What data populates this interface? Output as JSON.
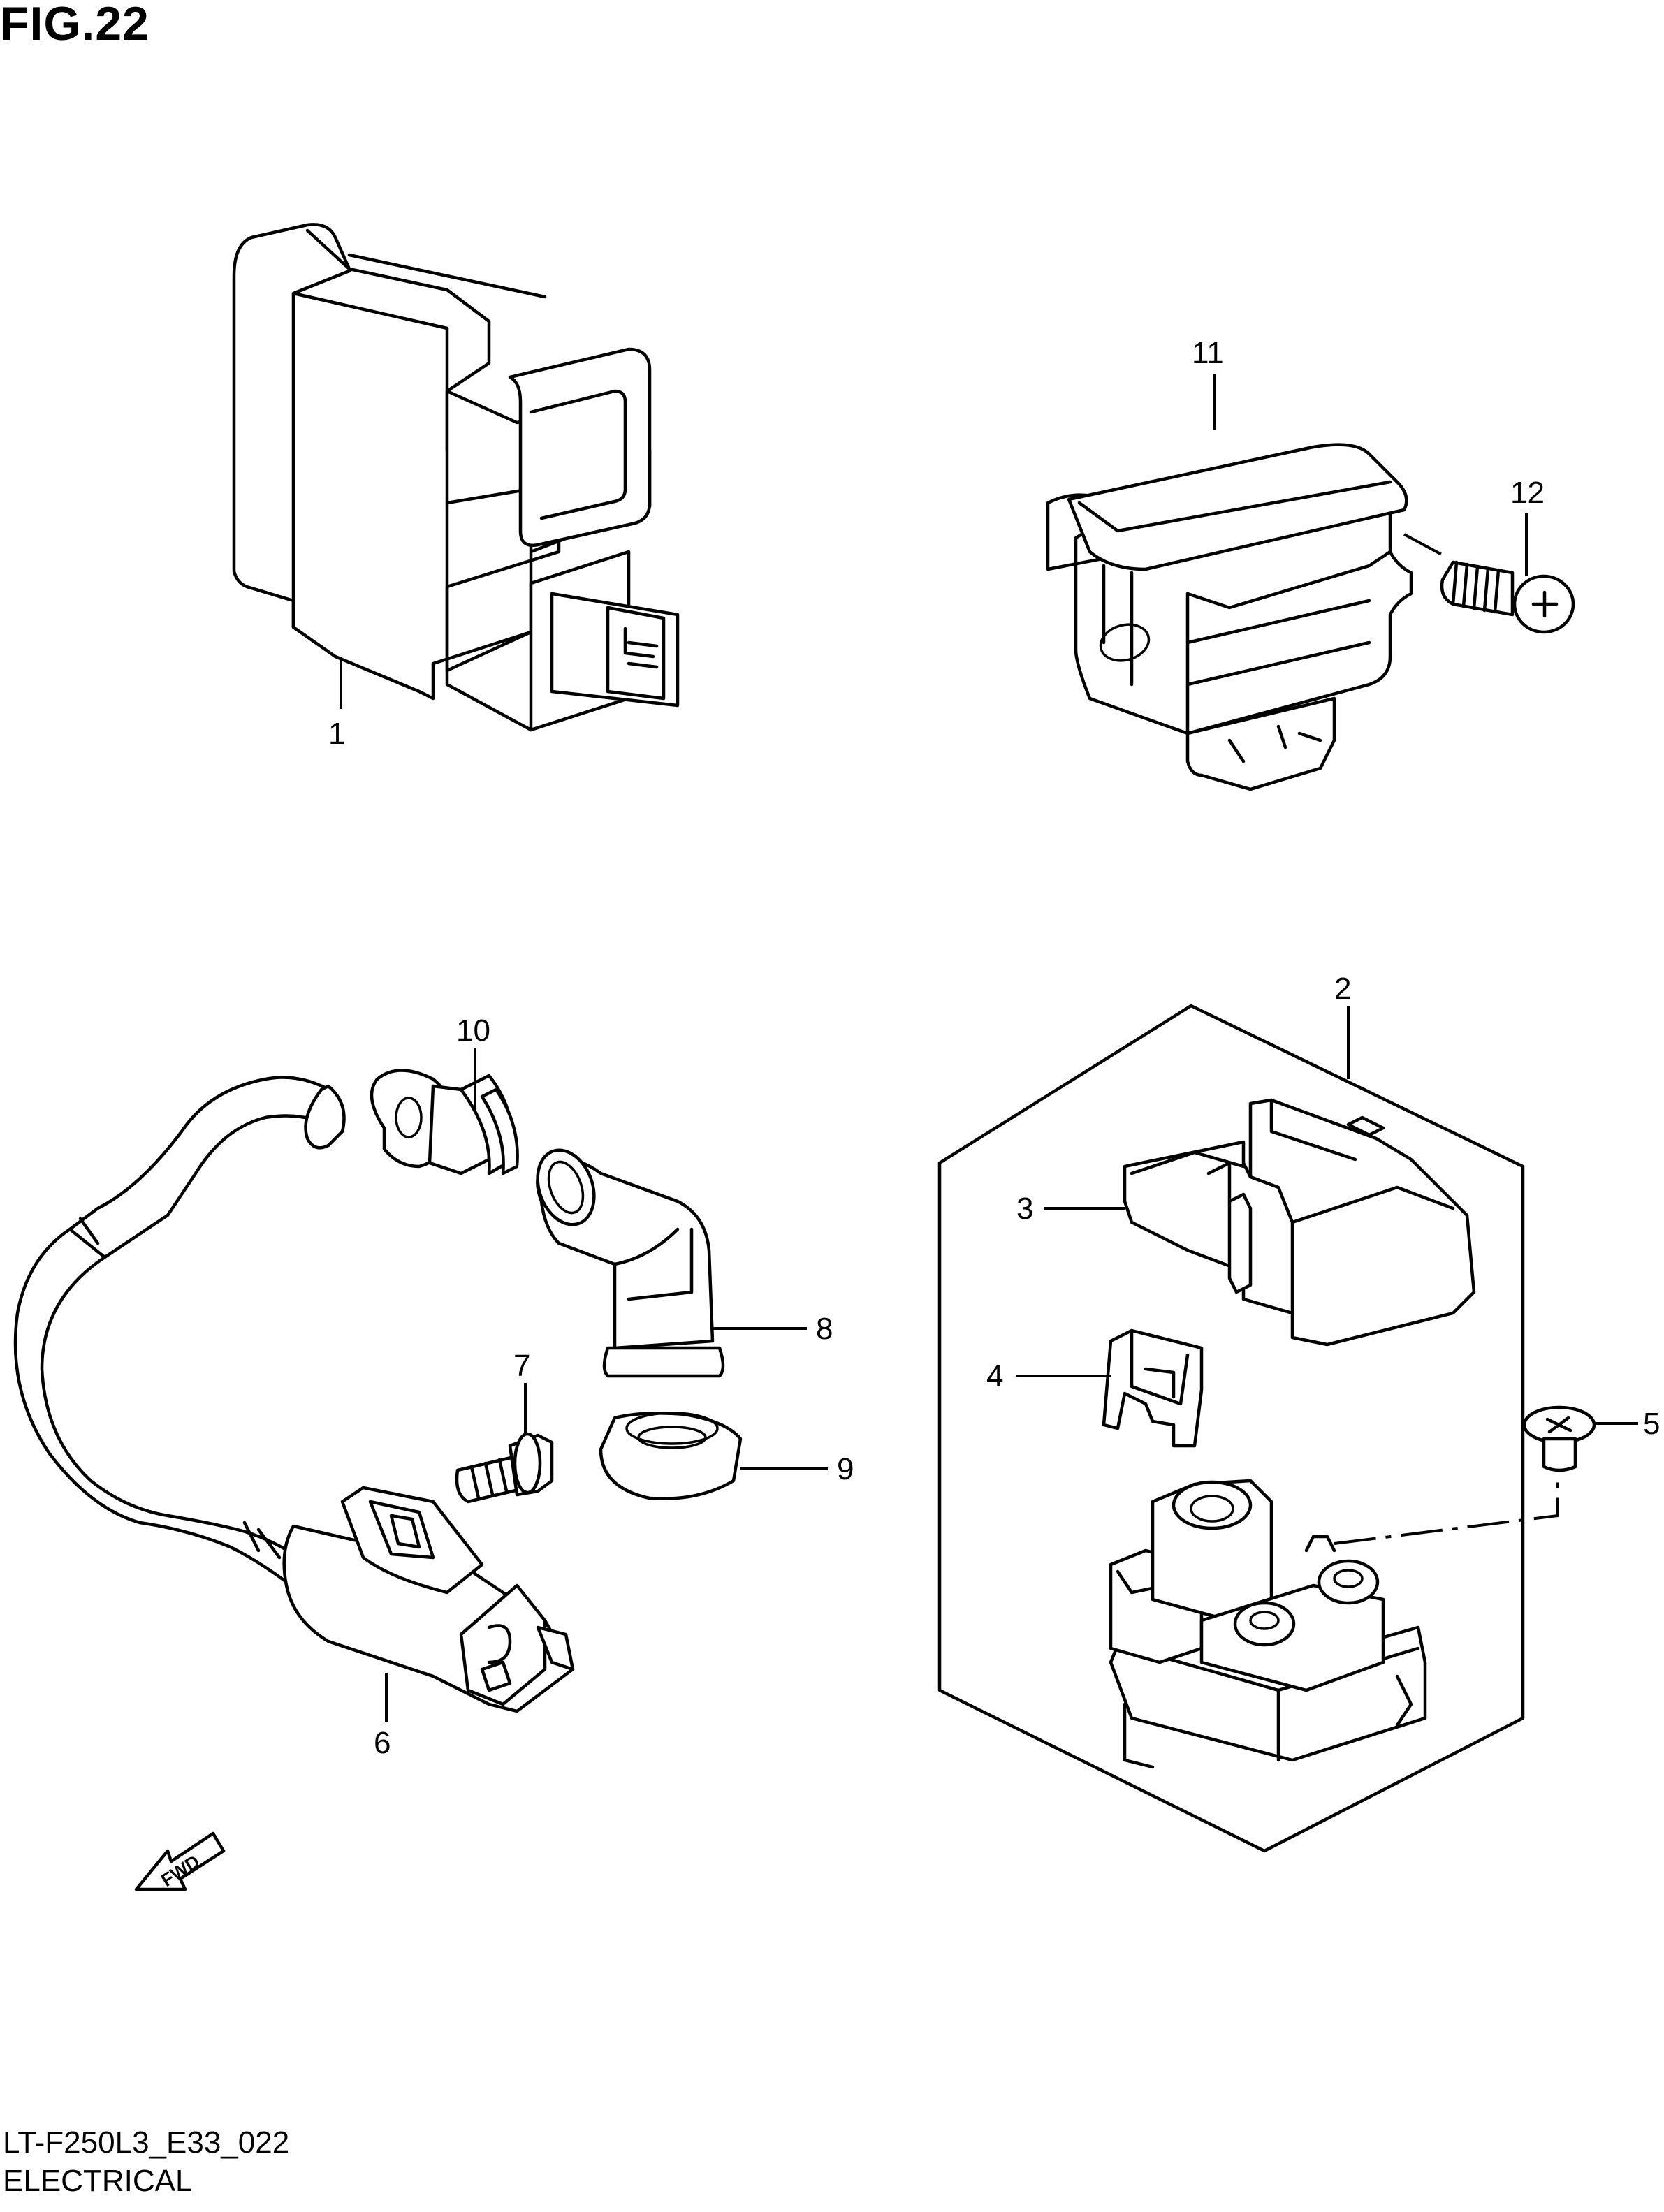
{
  "figure": {
    "title": "FIG.22"
  },
  "callouts": [
    "1",
    "2",
    "3",
    "4",
    "5",
    "6",
    "7",
    "8",
    "9",
    "10",
    "11",
    "12"
  ],
  "fwd_label": "FWD",
  "footer": {
    "code": "LT-F250L3_E33_022",
    "caption": "ELECTRICAL"
  }
}
